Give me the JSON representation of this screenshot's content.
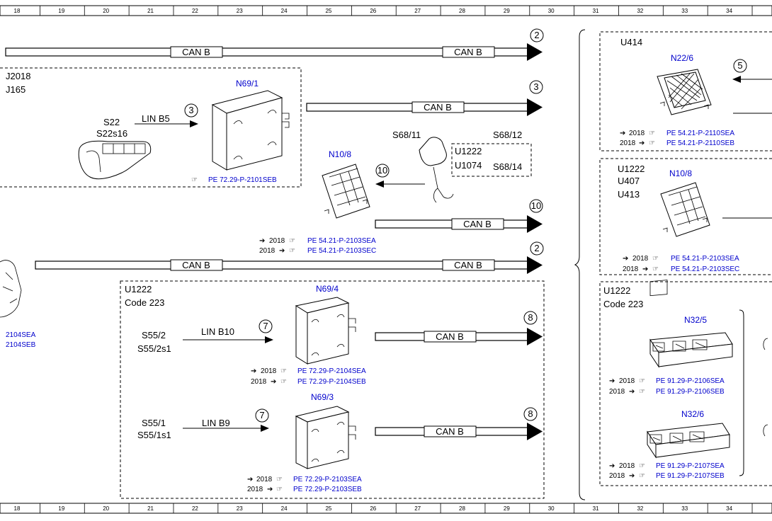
{
  "ruler": {
    "top": [
      "18",
      "19",
      "20",
      "21",
      "22",
      "23",
      "24",
      "25",
      "26",
      "27",
      "28",
      "29",
      "30",
      "31",
      "32",
      "33",
      "34"
    ],
    "bottom": [
      "18",
      "19",
      "20",
      "21",
      "22",
      "23",
      "24",
      "25",
      "26",
      "27",
      "28",
      "29",
      "30",
      "31",
      "32",
      "33",
      "34"
    ]
  },
  "bus_labels": {
    "can_b": "CAN B",
    "lin_b5": "LIN B5",
    "lin_b10": "LIN B10",
    "lin_b9": "LIN B9"
  },
  "connectors": {
    "c2_top": "2",
    "c3_top": "3",
    "c3_lin": "3",
    "c10_left": "10",
    "c10_right": "10",
    "c2_mid": "2",
    "c7_a": "7",
    "c8_a": "8",
    "c7_b": "7",
    "c8_b": "8",
    "c5_right": "5"
  },
  "groups": {
    "g1": {
      "line1": "J2018",
      "line2": "J165"
    },
    "s68": {
      "u1222": "U1222",
      "u1074": "U1074",
      "s68_12": "S68/12",
      "s68_14": "S68/14",
      "s68_11": "S68/11"
    },
    "g2": {
      "line1": "U1222",
      "line2": "Code 223"
    },
    "r1": {
      "title": "U414"
    },
    "r2": {
      "line1": "U1222",
      "line2": "U407",
      "line3": "U413"
    },
    "r3": {
      "line1": "U1222",
      "line2": "Code 223"
    }
  },
  "components": {
    "n69_1": "N69/1",
    "n10_8": "N10/8",
    "n69_4": "N69/4",
    "n69_3": "N69/3",
    "n22_6": "N22/6",
    "n10_8_r": "N10/8",
    "n32_5": "N32/5",
    "n32_6": "N32/6"
  },
  "switches": {
    "s22": "S22",
    "s22s16": "S22s16",
    "s55_2": "S55/2",
    "s55_2s1": "S55/2s1",
    "s55_1": "S55/1",
    "s55_1s1": "S55/1s1"
  },
  "refs": {
    "n69_1": {
      "line": "PE 72.29-P-2101SEB"
    },
    "n10_8": {
      "y1": "2018",
      "line1": "PE 54.21-P-2103SEA",
      "y2": "2018",
      "line2": "PE 54.21-P-2103SEC"
    },
    "left_edge": {
      "line1": "2104SEA",
      "line2": "2104SEB"
    },
    "n69_4": {
      "y1": "2018",
      "line1": "PE 72.29-P-2104SEA",
      "y2": "2018",
      "line2": "PE 72.29-P-2104SEB"
    },
    "n69_3": {
      "y1": "2018",
      "line1": "PE 72.29-P-2103SEA",
      "y2": "2018",
      "line2": "PE 72.29-P-2103SEB"
    },
    "n22_6": {
      "y1": "2018",
      "line1": "PE 54.21-P-2110SEA",
      "y2": "2018",
      "line2": "PE 54.21-P-2110SEB"
    },
    "n10_8_r": {
      "y1": "2018",
      "line1": "PE 54.21-P-2103SEA",
      "y2": "2018",
      "line2": "PE 54.21-P-2103SEC"
    },
    "n32_5": {
      "y1": "2018",
      "line1": "PE 91.29-P-2106SEA",
      "y2": "2018",
      "line2": "PE 91.29-P-2106SEB"
    },
    "n32_6": {
      "y1": "2018",
      "line1": "PE 91.29-P-2107SEA",
      "y2": "2018",
      "line2": "PE 91.29-P-2107SEB"
    }
  },
  "colors": {
    "component_label": "#0000cc",
    "reference": "#0000cc",
    "line": "#000000"
  },
  "icons": {
    "document_ref": "pointing-hand-icon"
  }
}
